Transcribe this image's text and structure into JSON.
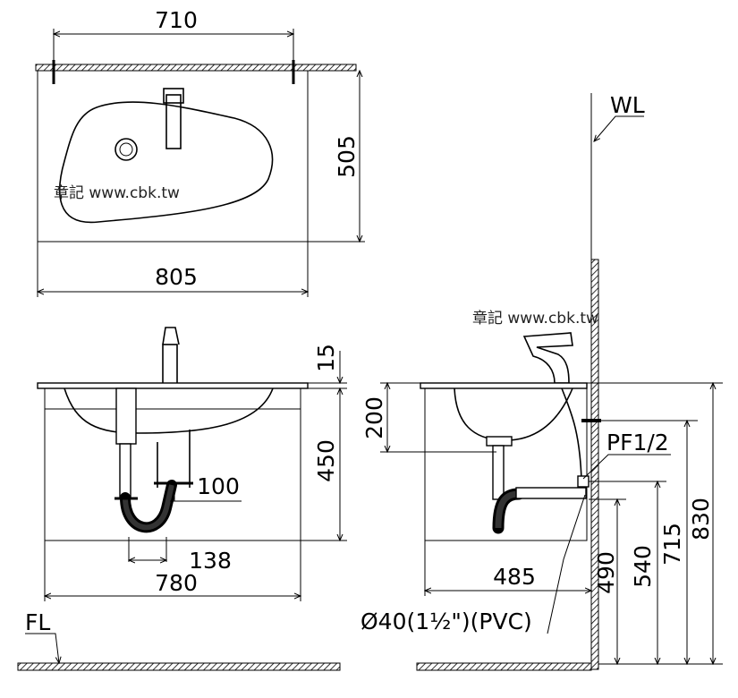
{
  "top_view": {
    "dim_top": "710",
    "dim_side": "505",
    "dim_bottom": "805",
    "watermark": "章記 www.cbk.tw"
  },
  "front_view": {
    "dim_15": "15",
    "dim_450": "450",
    "dim_100": "100",
    "dim_138": "138",
    "dim_780": "780",
    "floor_label": "FL"
  },
  "side_view": {
    "wall_label": "WL",
    "watermark": "章記 www.cbk.tw",
    "dim_200": "200",
    "dim_pf": "PF1/2",
    "dim_485": "485",
    "dim_490": "490",
    "dim_540": "540",
    "dim_715": "715",
    "dim_830": "830",
    "pipe_label": "Ø40(1½\")(PVC)"
  }
}
